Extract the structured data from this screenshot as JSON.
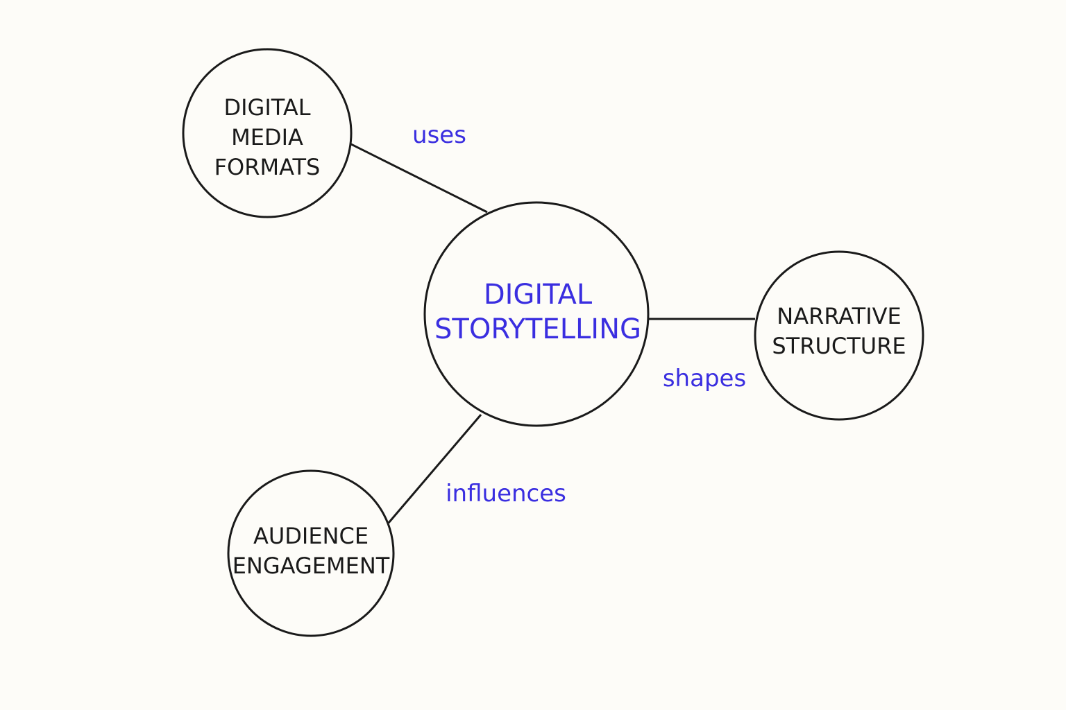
{
  "colors": {
    "accent": "#3a2ee0",
    "stroke": "#1a1a1a",
    "background": "#fdfcf8"
  },
  "center": {
    "lines": [
      "DIGITAL",
      "STORYTELLING"
    ]
  },
  "nodes": {
    "media": {
      "lines": [
        "DIGITAL",
        "MEDIA",
        "FORMATS"
      ]
    },
    "narrative": {
      "lines": [
        "NARRATIVE",
        "STRUCTURE"
      ]
    },
    "audience": {
      "lines": [
        "AUDIENCE",
        "ENGAGEMENT"
      ]
    }
  },
  "edges": {
    "uses": "uses",
    "shapes": "shapes",
    "influences": "influences"
  }
}
